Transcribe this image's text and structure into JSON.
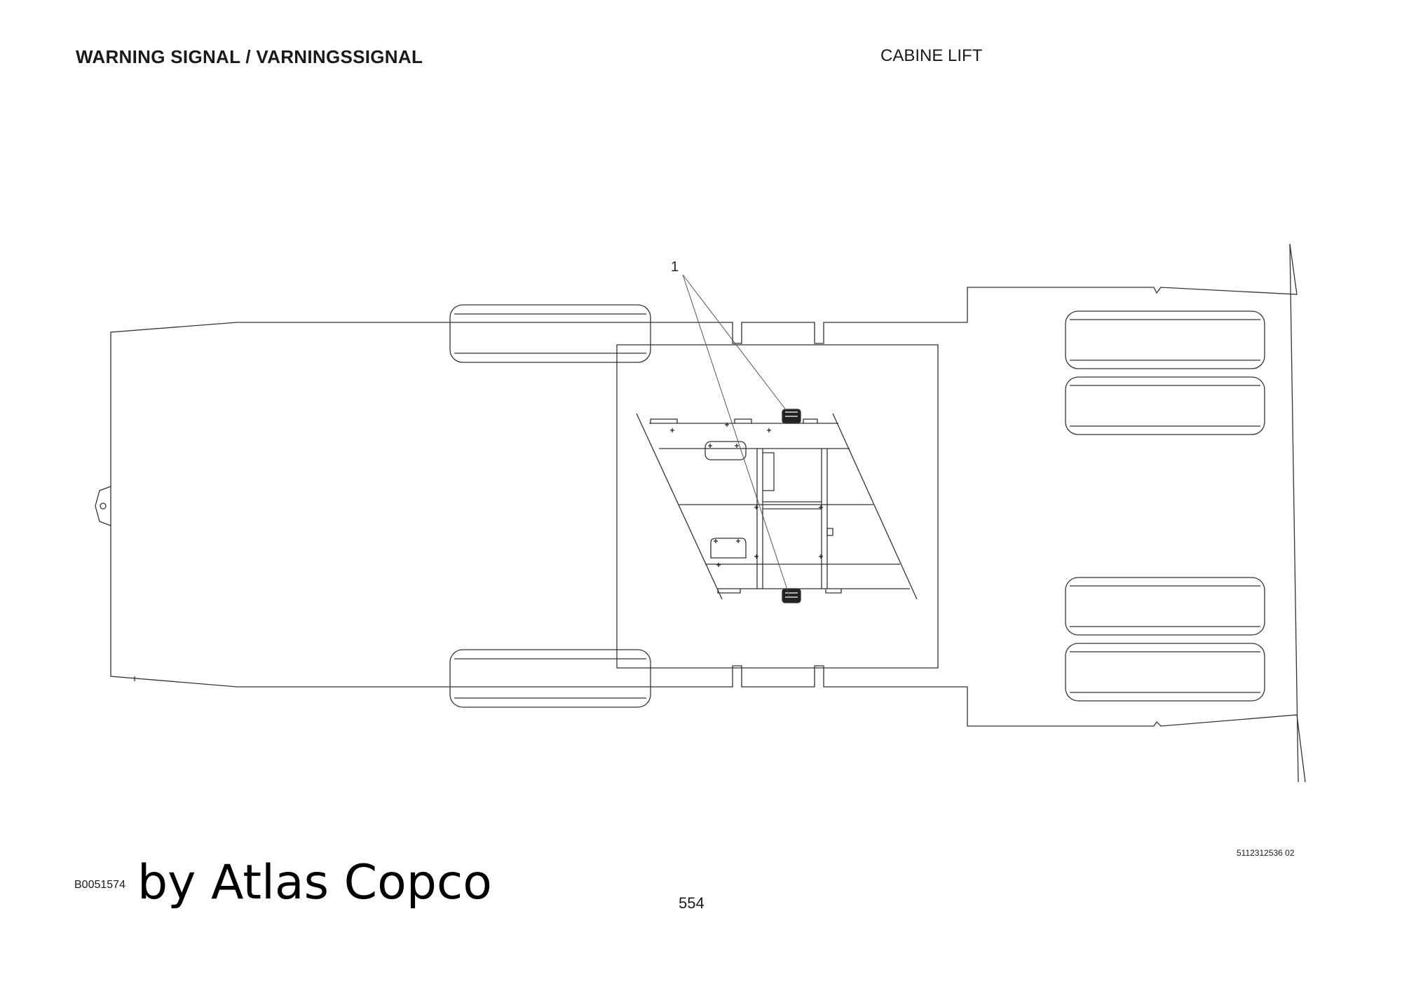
{
  "header": {
    "title": "WARNING SIGNAL / VARNINGSSIGNAL",
    "section": "CABINE LIFT"
  },
  "drawing": {
    "callouts": [
      {
        "label": "1",
        "target": "warning-signal-upper"
      },
      {
        "label": "1",
        "target": "warning-signal-lower"
      }
    ]
  },
  "footer": {
    "doc_number": "5112312536 02",
    "drawing_id": "B0051574",
    "brand": "by Atlas Copco",
    "page_number": "554"
  }
}
